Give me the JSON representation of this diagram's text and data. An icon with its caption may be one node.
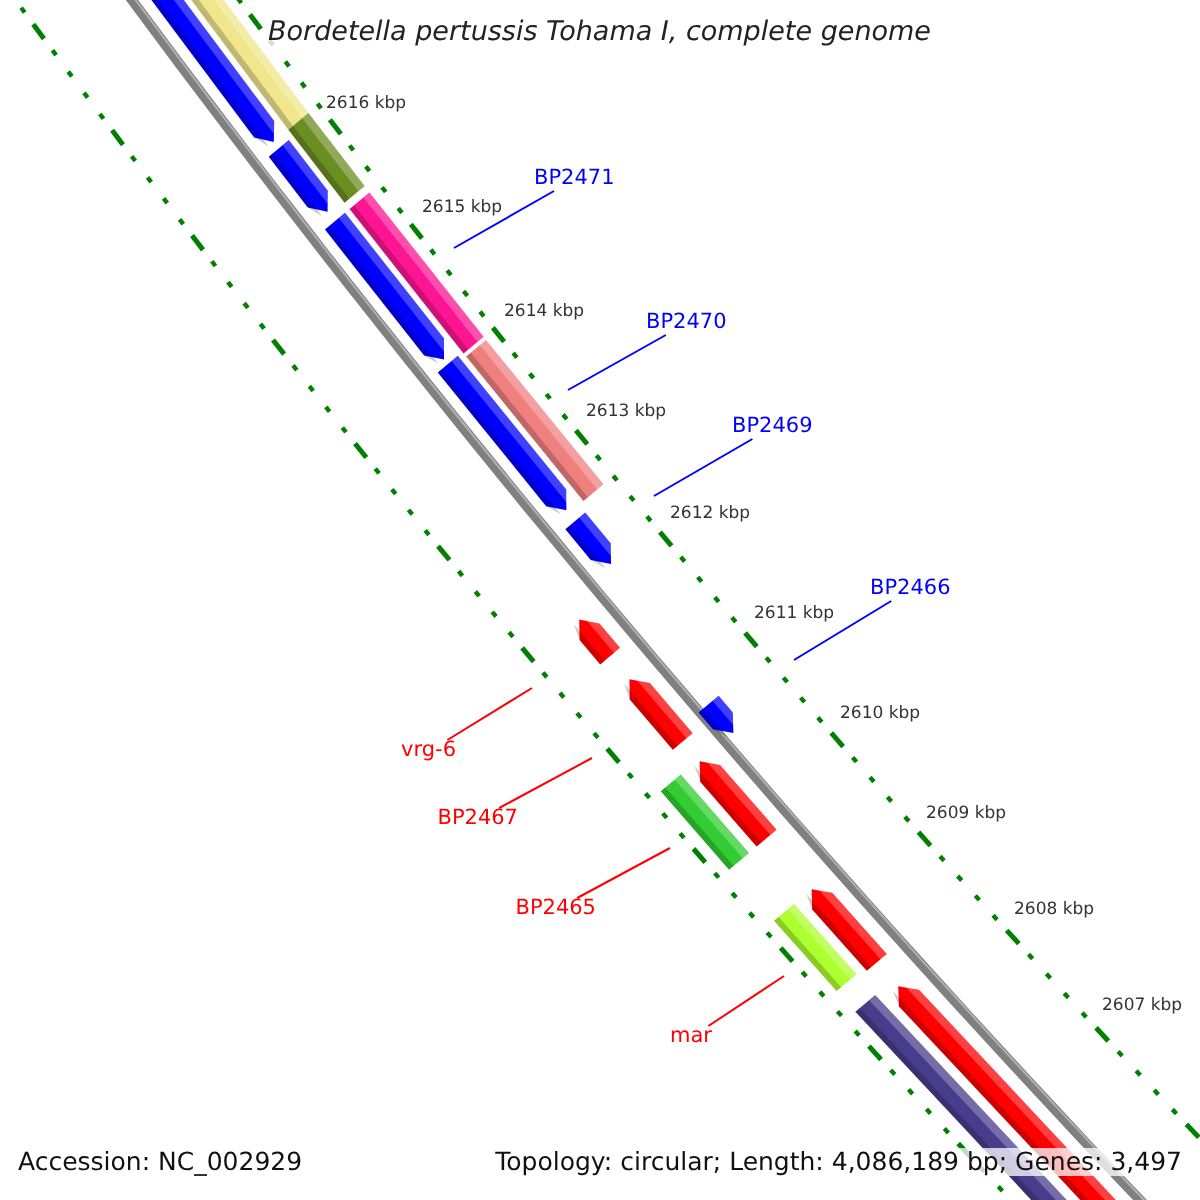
{
  "diagram": {
    "title": "Bordetella pertussis Tohama I, complete genome",
    "nodes": [
      {
        "text": [
          "BP2471"
        ]
      },
      {
        "text": [
          "BP2470"
        ]
      },
      {
        "text": [
          "BP2469"
        ]
      },
      {
        "text": [
          "BP2466"
        ]
      },
      {
        "text": [
          "vrg-6"
        ]
      },
      {
        "text": [
          "BP2467"
        ]
      },
      {
        "text": [
          "BP2465"
        ]
      },
      {
        "text": [
          "mar"
        ]
      }
    ],
    "edges": [
      {
        "from": 0,
        "to": null,
        "arrow": "none",
        "color": "#0000ff"
      },
      {
        "from": 1,
        "to": null,
        "arrow": "none",
        "color": "#0000ff"
      },
      {
        "from": 2,
        "to": null,
        "arrow": "none",
        "color": "#0000ff"
      },
      {
        "from": 3,
        "to": null,
        "arrow": "none",
        "color": "#0000ff"
      },
      {
        "from": 4,
        "to": null,
        "arrow": "none",
        "color": "#ff0000"
      },
      {
        "from": 5,
        "to": null,
        "arrow": "none",
        "color": "#ff0000"
      },
      {
        "from": 6,
        "to": null,
        "arrow": "none",
        "color": "#ff0000"
      },
      {
        "from": 7,
        "to": null,
        "arrow": "none",
        "color": "#ff0000"
      }
    ],
    "labels": [
      "2616 kbp",
      "2615 kbp",
      "2614 kbp",
      "2613 kbp",
      "2612 kbp",
      "2611 kbp",
      "2610 kbp",
      "2609 kbp",
      "2608 kbp",
      "2607 kbp",
      "Accession: NC_002929",
      "Topology: circular; Length: 4,086,189 bp; Genes: 3,497"
    ]
  }
}
